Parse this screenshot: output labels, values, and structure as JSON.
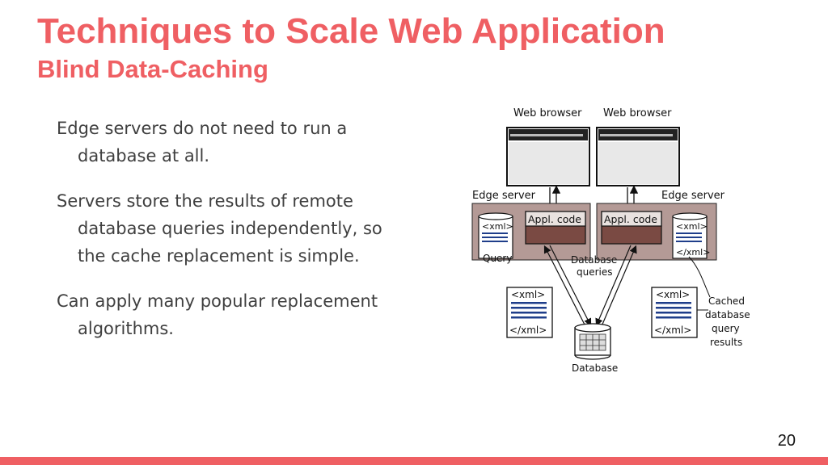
{
  "slide": {
    "title": "Techniques to Scale Web Application",
    "subtitle": "Blind Data-Caching",
    "bullets": [
      "Edge servers do not need to run a database at all.",
      "Servers store the results of remote database queries independently, so the cache replacement is simple.",
      "Can apply many popular replacement algorithms."
    ],
    "page_number": "20",
    "accent_color": "#ef5f63"
  },
  "diagram": {
    "browser_left_label": "Web browser",
    "browser_right_label": "Web browser",
    "edge_left_label": "Edge server",
    "edge_right_label": "Edge server",
    "appl_code_left": "Appl. code",
    "appl_code_right": "Appl. code",
    "xml_open": "<xml>",
    "xml_close": "</xml>",
    "query_label": "Query",
    "database_queries_line1": "Database",
    "database_queries_line2": "queries",
    "database_label": "Database",
    "cached_line1": "Cached",
    "cached_line2": "database",
    "cached_line3": "query",
    "cached_line4": "results"
  }
}
